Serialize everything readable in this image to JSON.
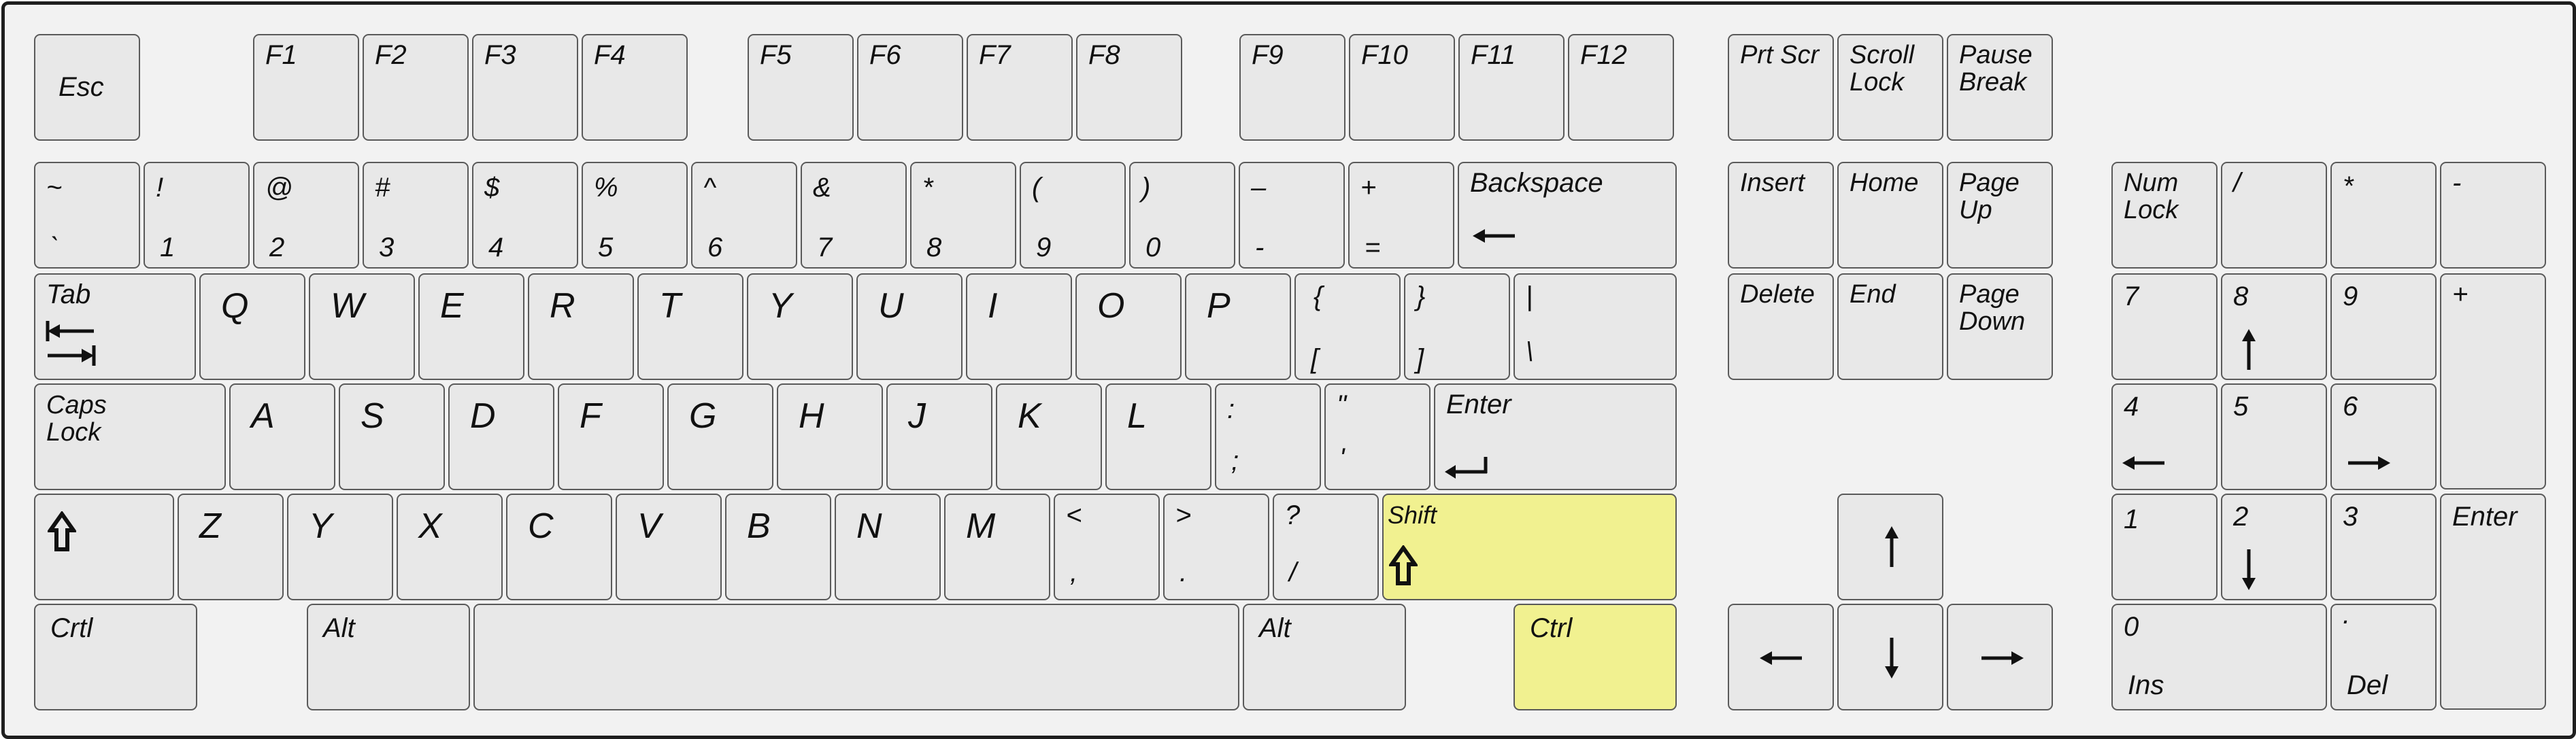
{
  "colors": {
    "background": "#f2f2f2",
    "key_fill": "#e8e8e8",
    "key_border": "#5a5a5a",
    "highlight": "#f1f190",
    "frame": "#1f1f1f"
  },
  "keys": {
    "esc": "Esc",
    "f1": "F1",
    "f2": "F2",
    "f3": "F3",
    "f4": "F4",
    "f5": "F5",
    "f6": "F6",
    "f7": "F7",
    "f8": "F8",
    "f9": "F9",
    "f10": "F10",
    "f11": "F11",
    "f12": "F12",
    "prtscr": "Prt Scr",
    "scroll": "Scroll\nLock",
    "pause": "Pause\nBreak",
    "tilde": {
      "top": "~",
      "bottom": "`"
    },
    "k1": {
      "top": "!",
      "bottom": "1"
    },
    "k2": {
      "top": "@",
      "bottom": "2"
    },
    "k3": {
      "top": "#",
      "bottom": "3"
    },
    "k4": {
      "top": "$",
      "bottom": "4"
    },
    "k5": {
      "top": "%",
      "bottom": "5"
    },
    "k6": {
      "top": "^",
      "bottom": "6"
    },
    "k7": {
      "top": "&",
      "bottom": "7"
    },
    "k8": {
      "top": "*",
      "bottom": "8"
    },
    "k9": {
      "top": "(",
      "bottom": "9"
    },
    "k0": {
      "top": ")",
      "bottom": "0"
    },
    "minus": {
      "top": "–",
      "bottom": "-"
    },
    "equals": {
      "top": "+",
      "bottom": "="
    },
    "backspace": "Backspace",
    "insert": "Insert",
    "home": "Home",
    "pageup": "Page\nUp",
    "numlock": "Num\nLock",
    "np_slash": "/",
    "np_star": "*",
    "np_minus": "-",
    "tab": "Tab",
    "q": "Q",
    "w": "W",
    "e": "E",
    "r": "R",
    "t": "T",
    "y": "Y",
    "u": "U",
    "i": "I",
    "o": "O",
    "p": "P",
    "lbracket": {
      "top": "{",
      "bottom": "["
    },
    "rbracket": {
      "top": "}",
      "bottom": "]"
    },
    "backslash": {
      "top": "|",
      "bottom": "\\"
    },
    "delete": "Delete",
    "end": "End",
    "pagedown": "Page\nDown",
    "np7": "7",
    "np8": "8",
    "np9": "9",
    "np_plus": "+",
    "caps": "Caps\nLock",
    "a": "A",
    "s": "S",
    "d": "D",
    "f": "F",
    "g": "G",
    "h": "H",
    "j": "J",
    "k": "K",
    "l": "L",
    "semicolon": {
      "top": ":",
      "bottom": ";"
    },
    "quote": {
      "top": "\"",
      "bottom": "'"
    },
    "enter": "Enter",
    "np4": "4",
    "np5": "5",
    "np6": "6",
    "z": "Z",
    "x": "X",
    "c": "C",
    "v": "V",
    "b": "B",
    "n": "N",
    "m": "M",
    "comma": {
      "top": "<",
      "bottom": ","
    },
    "period": {
      "top": ">",
      "bottom": "."
    },
    "slash": {
      "top": "?",
      "bottom": "/"
    },
    "rshift": "Shift",
    "np1": "1",
    "np2": "2",
    "np3": "3",
    "np_enter": "Enter",
    "lctrl": "Crtl",
    "lalt": "Alt",
    "ralt": "Alt",
    "rctrl": "Ctrl",
    "np0": {
      "top": "0",
      "bottom": "Ins"
    },
    "np_dot": {
      "top": ".",
      "bottom": "Del"
    }
  }
}
